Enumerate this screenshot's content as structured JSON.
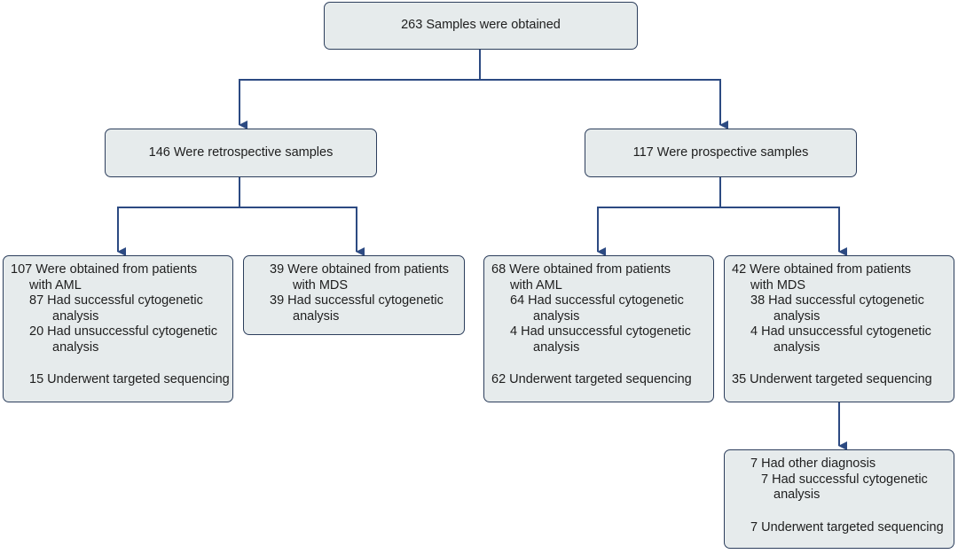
{
  "root": {
    "text": "263 Samples were obtained"
  },
  "retrospective": {
    "title": "146 Were retrospective samples",
    "aml": {
      "l1": "107 Were obtained from patients",
      "l2": "with AML",
      "l3": "87 Had successful cytogenetic",
      "l4": "analysis",
      "l5": "20 Had unsuccessful cytogenetic",
      "l6": "analysis",
      "l7": "15 Underwent targeted sequencing"
    },
    "mds": {
      "l1": "39 Were obtained from patients",
      "l2": "with MDS",
      "l3": "39 Had successful cytogenetic",
      "l4": "analysis"
    }
  },
  "prospective": {
    "title": "117 Were prospective samples",
    "aml": {
      "l1": "68 Were obtained from patients",
      "l2": "with AML",
      "l3": "64 Had successful cytogenetic",
      "l4": "analysis",
      "l5": "4 Had unsuccessful cytogenetic",
      "l6": "analysis",
      "l7": "62 Underwent targeted sequencing"
    },
    "mds": {
      "l1": "42 Were obtained from patients",
      "l2": "with MDS",
      "l3": "38 Had successful cytogenetic",
      "l4": "analysis",
      "l5": "4 Had unsuccessful cytogenetic",
      "l6": "analysis",
      "l7": "35 Underwent targeted sequencing"
    },
    "other": {
      "l1": "7 Had other diagnosis",
      "l2": "7 Had successful cytogenetic",
      "l3": "analysis",
      "l4": "7 Underwent targeted sequencing"
    }
  },
  "colors": {
    "box_fill": "#e6ebec",
    "box_border": "#2c3e5c",
    "connector": "#2c4a82"
  }
}
